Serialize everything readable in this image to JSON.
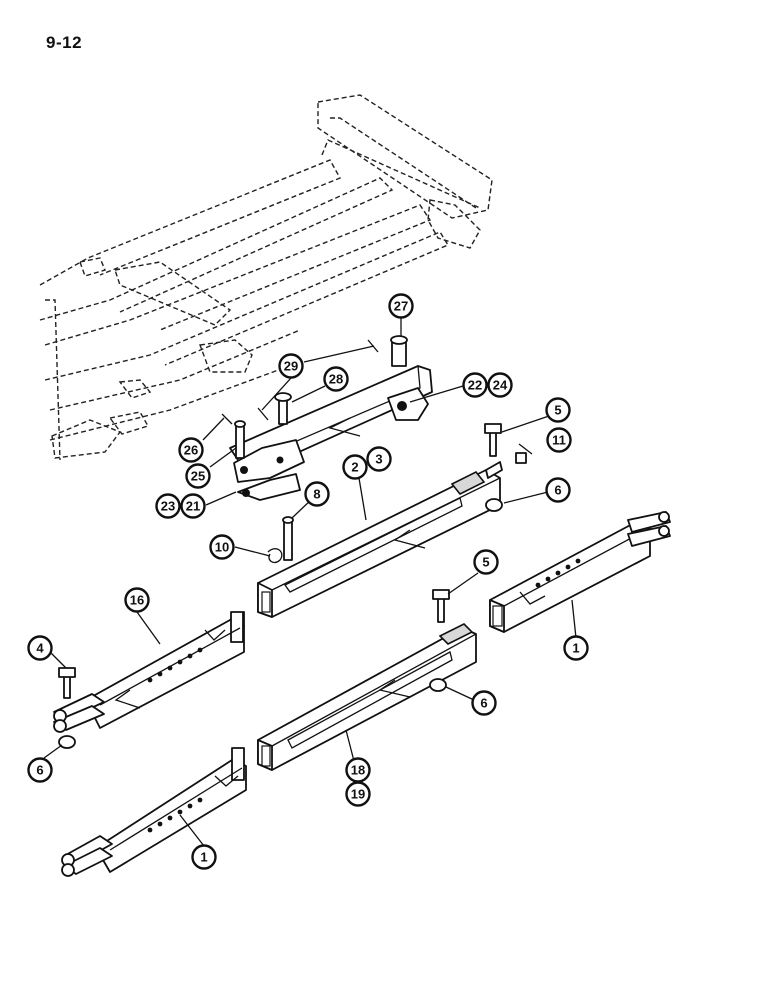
{
  "page_number": "9-12",
  "callouts": [
    {
      "id": "c27",
      "label": "27"
    },
    {
      "id": "c29",
      "label": "29"
    },
    {
      "id": "c28",
      "label": "28"
    },
    {
      "id": "c22",
      "label": "22"
    },
    {
      "id": "c24",
      "label": "24"
    },
    {
      "id": "c26",
      "label": "26"
    },
    {
      "id": "c25",
      "label": "25"
    },
    {
      "id": "c23",
      "label": "23"
    },
    {
      "id": "c21",
      "label": "21"
    },
    {
      "id": "c5a",
      "label": "5"
    },
    {
      "id": "c11",
      "label": "11"
    },
    {
      "id": "c2",
      "label": "2"
    },
    {
      "id": "c3",
      "label": "3"
    },
    {
      "id": "c6a",
      "label": "6"
    },
    {
      "id": "c8",
      "label": "8"
    },
    {
      "id": "c10",
      "label": "10"
    },
    {
      "id": "c16",
      "label": "16"
    },
    {
      "id": "c4",
      "label": "4"
    },
    {
      "id": "c6b",
      "label": "6"
    },
    {
      "id": "c5b",
      "label": "5"
    },
    {
      "id": "c6c",
      "label": "6"
    },
    {
      "id": "c1a",
      "label": "1"
    },
    {
      "id": "c18",
      "label": "18"
    },
    {
      "id": "c19",
      "label": "19"
    },
    {
      "id": "c1b",
      "label": "1"
    }
  ]
}
